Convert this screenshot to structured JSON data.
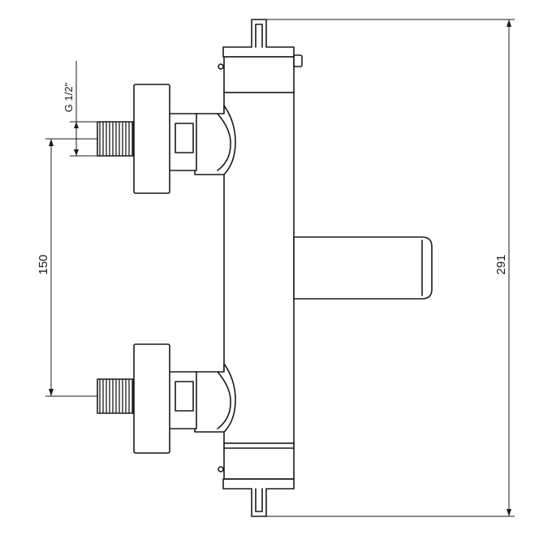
{
  "dimensions": {
    "thread_label": "G 1/2\"",
    "spacing_label": "150",
    "height_label": "291"
  },
  "colors": {
    "line": "#1a1a1a",
    "background": "#ffffff"
  }
}
